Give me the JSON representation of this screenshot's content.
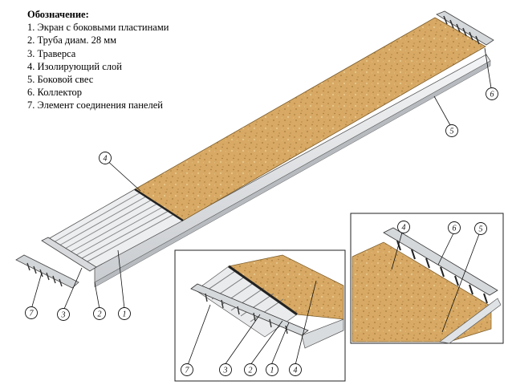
{
  "legend": {
    "title": "Обозначение:",
    "items": [
      "1. Экран с боковыми пластинами",
      "2. Труба диам. 28 мм",
      "3. Траверса",
      "4. Изолирующий слой",
      "5. Боковой свес",
      "6. Коллектор",
      "7. Элемент соединения панелей"
    ]
  },
  "callouts": {
    "main_6": "6",
    "main_5": "5",
    "main_4": "4",
    "main_7": "7",
    "main_3": "3",
    "main_2": "2",
    "main_1": "1",
    "detail_left_7": "7",
    "detail_left_3": "3",
    "detail_left_2": "2",
    "detail_left_1": "1",
    "detail_left_4": "4",
    "detail_right_4": "4",
    "detail_right_6": "6",
    "detail_right_5": "5"
  },
  "colors": {
    "insulation": "#d7a964",
    "metal": "#e6e8ea",
    "frame_line": "#333333"
  }
}
